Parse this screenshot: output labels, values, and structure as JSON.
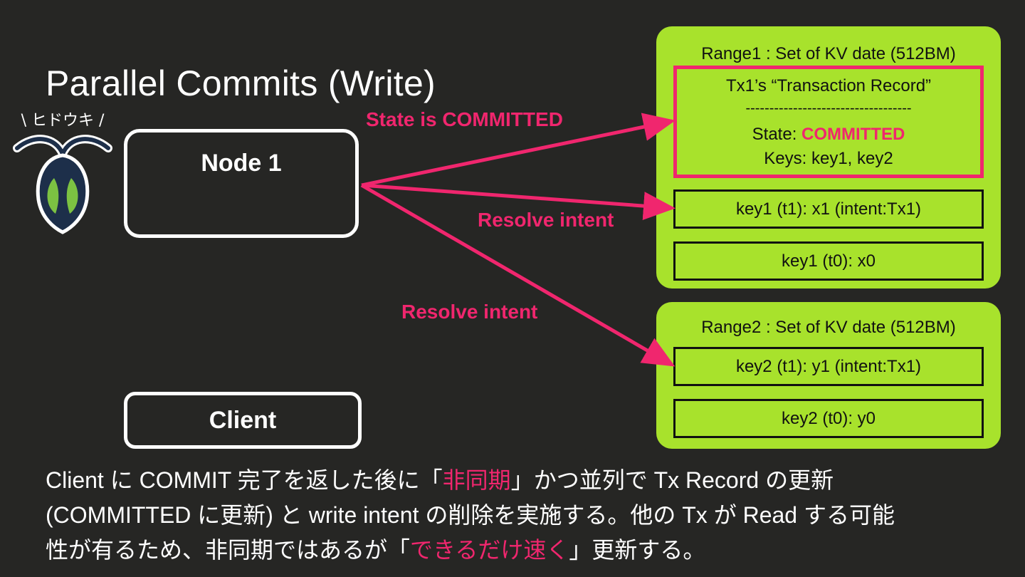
{
  "title": "Parallel Commits (Write)",
  "logo": {
    "caption": "\\ ヒドウキ /",
    "icon": "hidouki-bug-logo"
  },
  "node": {
    "label": "Node 1"
  },
  "client": {
    "label": "Client"
  },
  "arrows": {
    "state_label": "State is COMMITTED",
    "resolve_label_1": "Resolve intent",
    "resolve_label_2": "Resolve intent"
  },
  "range1": {
    "title": "Range1 : Set of KV date (512BM)",
    "record": {
      "title": "Tx1’s “Transaction Record”",
      "divider": "-----------------------------------",
      "state_prefix": "State: ",
      "state_value": "COMMITTED",
      "keys": "Keys: key1, key2"
    },
    "kv": [
      "key1 (t1): x1 (intent:Tx1)",
      "key1 (t0): x0"
    ]
  },
  "range2": {
    "title": "Range2 : Set of KV date (512BM)",
    "kv": [
      "key2 (t1): y1 (intent:Tx1)",
      "key2 (t0): y0"
    ]
  },
  "bottom_text": {
    "l1_a": "Client に COMMIT 完了を返した後に「",
    "l1_b": "非同期",
    "l1_c": "」かつ並列で Tx Record の更新",
    "l2": "(COMMITTED に更新) と write intent の削除を実施する。他の Tx が Read する可能",
    "l3_a": "性が有るため、非同期ではあるが「",
    "l3_b": "できるだけ速く",
    "l3_c": "」更新する。"
  },
  "colors": {
    "background": "#262624",
    "accent": "#f0266e",
    "range_fill": "#a8e22c"
  }
}
